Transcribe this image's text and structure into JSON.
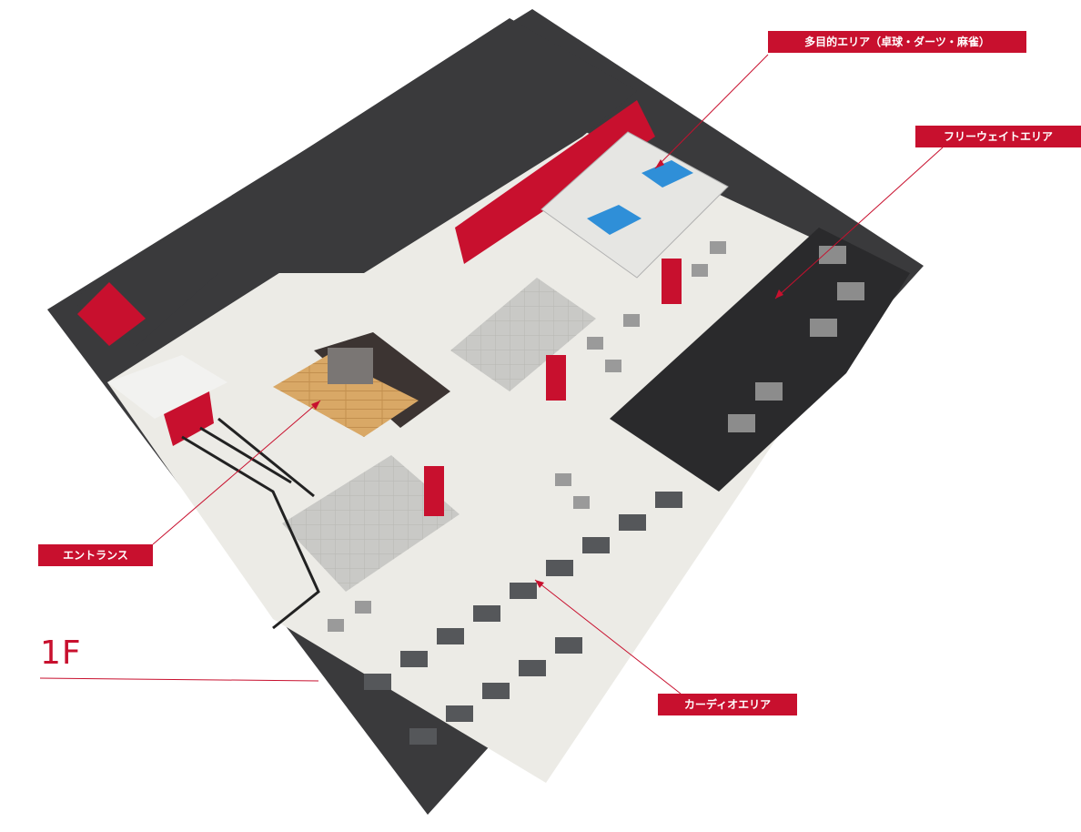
{
  "floor": "1F",
  "areas": {
    "multi_purpose": "多目的エリア（卓球・ダーツ・麻雀）",
    "free_weight": "フリーウェイトエリア",
    "entrance": "エントランス",
    "cardio": "カーディオエリア"
  },
  "colors": {
    "accent": "#c8102e",
    "wall_dark": "#3a3a3c",
    "floor_light": "#ecebe6",
    "free_weight_floor": "#2a2a2c",
    "wood": "#d9a866",
    "table_blue": "#2f8fd8",
    "machine_gray": "#9a9a9a"
  }
}
